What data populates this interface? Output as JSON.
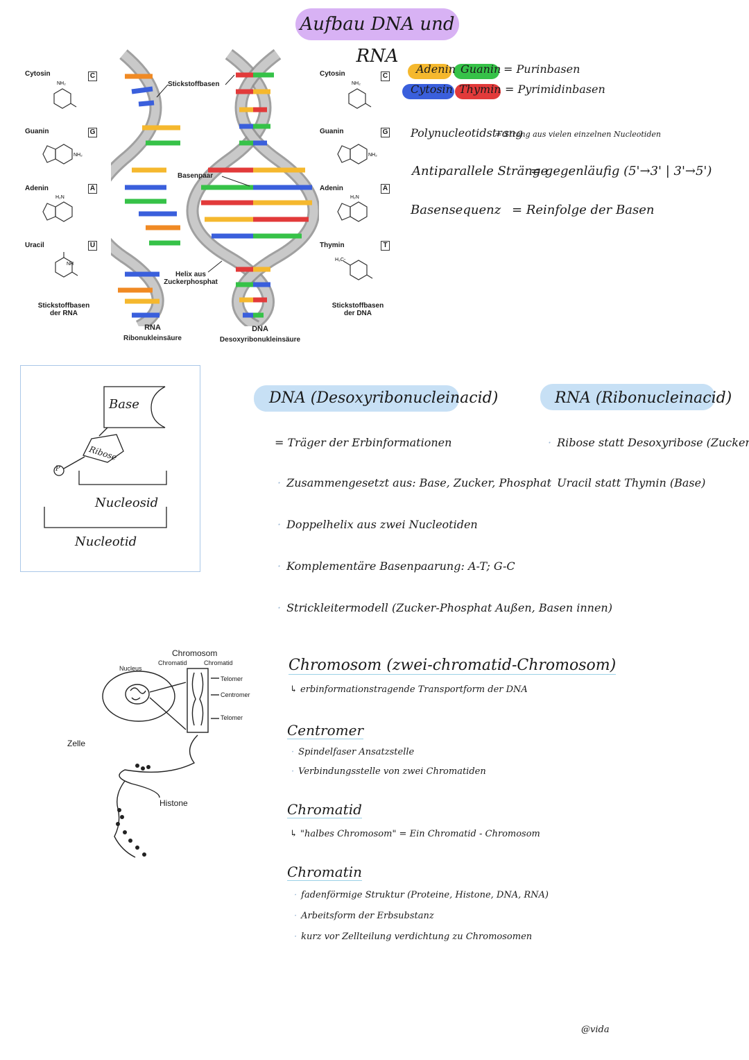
{
  "title": "Aufbau DNA und RNA",
  "rna_bases": {
    "cytosin": {
      "name": "Cytosin",
      "letter": "C"
    },
    "guanin": {
      "name": "Guanin",
      "letter": "G"
    },
    "adenin": {
      "name": "Adenin",
      "letter": "A"
    },
    "uracil": {
      "name": "Uracil",
      "letter": "U"
    },
    "caption_1": "Stickstoffbasen",
    "caption_2": "der RNA"
  },
  "dna_bases": {
    "cytosin": {
      "name": "Cytosin",
      "letter": "C"
    },
    "guanin": {
      "name": "Guanin",
      "letter": "G"
    },
    "adenin": {
      "name": "Adenin",
      "letter": "A"
    },
    "thymin": {
      "name": "Thymin",
      "letter": "T"
    },
    "caption_1": "Stickstoffbasen",
    "caption_2": "der DNA"
  },
  "helix_labels": {
    "stickstoffbasen": "Stickstoffbasen",
    "basenpaar": "Basenpaar",
    "helix_1": "Helix aus",
    "helix_2": "Zuckerphosphat",
    "rna_title": "RNA",
    "rna_sub": "Ribonukleinsäure",
    "dna_title": "DNA",
    "dna_sub": "Desoxyribonukleinsäure"
  },
  "formula_labels": {
    "nh2": "NH₂",
    "h2n": "H₂N",
    "nh": "NH",
    "h3c": "H₃C-"
  },
  "notes": {
    "adenin": "Adenin",
    "guanin": "Guanin",
    "purin": "= Purinbasen",
    "cytosin": "Cytosin",
    "thymin": "Thymin",
    "pyrimidin": "= Pyrimidinbasen",
    "poly_term": "Polynucleotidstrang",
    "poly_def": "= Strang aus vielen einzelnen Nucleotiden",
    "anti_term": "Antiparallele Stränge",
    "anti_def": "= gegenläufig (5'→3' | 3'→5')",
    "seq_term": "Basensequenz",
    "seq_def": "= Reinfolge der Basen"
  },
  "nucleotide": {
    "base": "Base",
    "ribose": "Ribose",
    "phosphate": "P",
    "nucleosid": "Nucleosid",
    "nucleotid": "Nucleotid"
  },
  "dna_section": {
    "heading": "DNA (Desoxyribonucleinacid)",
    "items": [
      "= Träger der Erbinformationen",
      "Zusammengesetzt aus: Base, Zucker, Phosphat",
      "Doppelhelix aus zwei Nucleotiden",
      "Komplementäre Basenpaarung: A-T; G-C",
      "Strickleitermodell (Zucker-Phosphat Außen, Basen innen)"
    ]
  },
  "rna_section": {
    "heading": "RNA (Ribonucleinacid)",
    "items": [
      "Ribose statt Desoxyribose  (Zucker)",
      "Uracil statt Thymin  (Base)"
    ]
  },
  "chromosome_diagram": {
    "chromosom": "Chromosom",
    "chromatid_l": "Chromatid",
    "chromatid_r": "Chromatid",
    "nucleus": "Nucleus",
    "telomer_top": "Telomer",
    "centromer": "Centromer",
    "telomer_bottom": "Telomer",
    "zelle": "Zelle",
    "histone": "Histone"
  },
  "chromosome_notes": {
    "chromosom_head": "Chromosom (zwei-chromatid-Chromosom)",
    "chromosom_sub": "↳ erbinformationstragende Transportform der DNA",
    "centromer_head": "Centromer",
    "centromer_items": [
      "Spindelfaser Ansatzstelle",
      "Verbindungsstelle von zwei Chromatiden"
    ],
    "chromatid_head": "Chromatid",
    "chromatid_sub": "↳ \"halbes Chromosom\" = Ein Chromatid - Chromosom",
    "chromatin_head": "Chromatin",
    "chromatin_items": [
      "fadenförmige Struktur (Proteine, Histone, DNA, RNA)",
      "Arbeitsform der Erbsubstanz",
      "kurz vor Zellteilung verdichtung zu Chromosomen"
    ]
  },
  "signature": "@vida",
  "colors": {
    "title_pill": "#d8b2f4",
    "adenin": "#f5b82e",
    "guanin": "#36c248",
    "cytosin": "#3a5fdc",
    "thymin": "#e23a3a",
    "uracil": "#f08a24",
    "section_pill": "#c7e0f5",
    "backbone": "#a3a3a3"
  }
}
